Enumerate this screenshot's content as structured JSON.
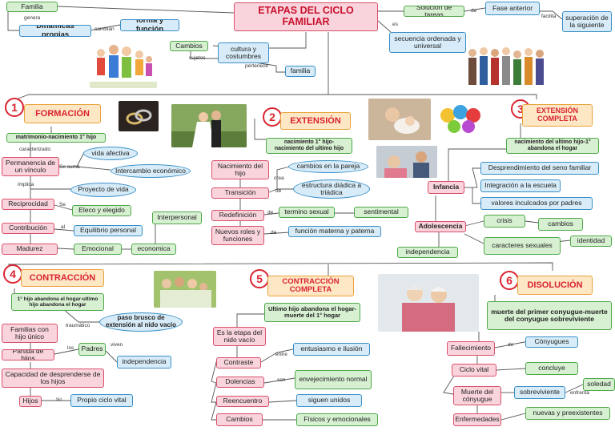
{
  "nodes": {
    "title": "ETAPAS DEL CICLO FAMILIAR",
    "familia_top": "Familia",
    "dinamicas": "Dinámicas propias",
    "forma_funcion": "forma y función",
    "cambios_top": "Cambios",
    "cultura": "cultura y costumbres",
    "familia_mid": "familia",
    "solucion": "Solución de tareas",
    "fase_anterior": "Fase anterior",
    "superacion": "superación de la siguiente",
    "secuencia": "secuencia ordenada y universal",
    "formacion": "FORMACIÓN",
    "matrimonio": "matrimonio-nacimiento 1° hijo",
    "permanencia": "Permanencia de un vínculo",
    "vida_afectiva": "vida afectiva",
    "intercambio": "Intercambio económico",
    "proyecto": "Proyecto de vida",
    "reciprocidad": "Reciprocidad",
    "eleco": "Eleco y elegido",
    "contribucion": "Contribución",
    "equilibrio": "Equilibrio personal",
    "madurez": "Madurez",
    "emocional": "Emocional",
    "economica": "economica",
    "interpersonal": "Interpersonal",
    "extension": "EXTENSIÓN",
    "nac_ultimo": "nacimiento 1° hijo- nacimiento del ultimo hijo",
    "nac_hijo": "Nacimiento del hijo",
    "cambios_pareja": "cambios en la pareja",
    "estructura": "estructura diádica a triádica",
    "transicion": "Transición",
    "redefinicion": "Redefinición",
    "termino": "termino sexual",
    "sentimental": "sentimental",
    "nuevos_roles": "Nuevos roles y funciones",
    "funcion_materna": "función materna y paterna",
    "ext_completa": "EXTENSIÓN COMPLETA",
    "nac_ultimo2": "nacimiento del ultimo hijo-1° abandona el hogar",
    "infancia": "Infancia",
    "desprendimiento": "Desprendimiento del seno familiar",
    "integracion": "Integración a la escuela",
    "valores": "valores inculcados por padres",
    "adolescencia": "Adolescencia",
    "crisis": "crisis",
    "cambios3": "cambios",
    "caracteres": "caracteres sexuales",
    "identidad": "identidad",
    "independencia3": "independencia",
    "contraccion": "CONTRACCIÓN",
    "primer_abandona": "1° hijo abandona el hogar-ultimo hijo abandona el hogar",
    "paso_brusco": "paso brusco de extensión al nido vacío",
    "familias_unico": "Familias con hijo único",
    "partida": "Partida de hijos",
    "padres": "Padres",
    "independencia4": "independencia",
    "capacidad": "Capacidad de desprenderse de los hijos",
    "hijos": "Hijos",
    "propio": "Propio ciclo vital",
    "contr_completa": "CONTRACCIÓN COMPLETA",
    "ultimo_abandona": "Ultimo hijo abandona el hogar-muerte del 1° hogar",
    "es_etapa": "Es la etapa del nido vacío",
    "contraste": "Contraste",
    "entusiasmo": "entusiasmo e ilusión",
    "dolencias": "Dolencias",
    "envejecimiento": "envejecimiento normal",
    "reencuentro": "Reencuentro",
    "siguen": "siguen unidos",
    "cambios5": "Cambios",
    "fisicos": "Físicos y emocionales",
    "disolucion": "DISOLUCIÓN",
    "muerte_primer": "muerte del primer conyugue-muerte del conyugue sobreviviente",
    "fallecimiento": "Fallecimiento",
    "conyugues": "Cónyugues",
    "ciclo_vital": "Ciclo vital",
    "concluye": "concluye",
    "muerte_conyugue": "Muerte del cónyugue",
    "sobreviviente": "sobreviviente",
    "soledad": "soledad",
    "enfermedades": "Enfermedades",
    "nuevas": "nuevas y preexistentes"
  },
  "labels": {
    "genera": "genera",
    "cambian": "cambian",
    "sujetos": "sujetos",
    "pertenece": "pertenece",
    "es_top": "es",
    "de_top": "de",
    "facilita": "facilita",
    "caracterizado": "caracterizado",
    "se_suma": "Se suma",
    "implica": "implica",
    "se": "Se",
    "al": "al",
    "crea": "crea",
    "de_ext1": "de",
    "de_ext2": "de",
    "de_ext3": "de",
    "traumatico": "traumático",
    "los": "los",
    "viven": "viven",
    "su": "su",
    "entre": "entre",
    "son": "son",
    "de_dis": "de",
    "enfrenta": "enfrenta"
  },
  "badges": [
    "1",
    "2",
    "3",
    "4",
    "5",
    "6"
  ]
}
